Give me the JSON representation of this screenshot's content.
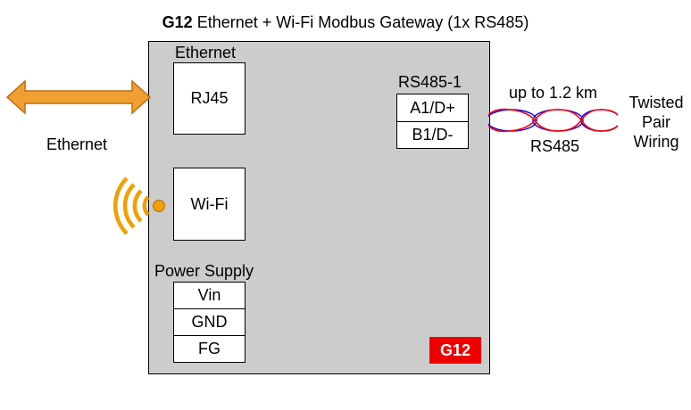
{
  "title": {
    "bold": "G12",
    "rest": " Ethernet + Wi-Fi Modbus Gateway (1x RS485)"
  },
  "ethernet": {
    "section_label": "Ethernet",
    "port": "RJ45",
    "external_label": "Ethernet"
  },
  "wifi": {
    "port": "Wi-Fi"
  },
  "power": {
    "section_label": "Power Supply",
    "terminals": [
      "Vin",
      "GND",
      "FG"
    ]
  },
  "rs485": {
    "section_label": "RS485-1",
    "terminals": [
      "A1/D+",
      "B1/D-"
    ],
    "distance": "up to 1.2 km",
    "cable_label": "RS485",
    "wiring_label_lines": [
      "Twisted",
      "Pair",
      "Wiring"
    ]
  },
  "badge": {
    "text": "G12",
    "color": "#ee0000"
  },
  "colors": {
    "arrow": "#f0a030",
    "arrow_border": "#c06a10",
    "wifi": "#f0a000",
    "wire_a": "#ff0000",
    "wire_b": "#0000ff",
    "device": "#cccccc"
  },
  "icons": {
    "ethernet_arrow": "double-arrow-icon",
    "wifi": "wifi-signal-icon"
  }
}
